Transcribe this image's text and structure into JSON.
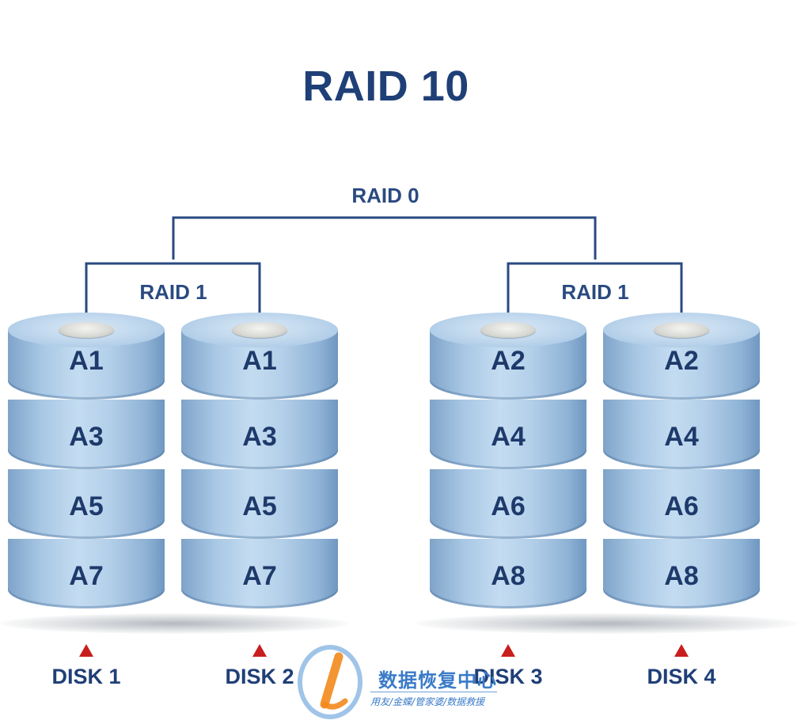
{
  "title": "RAID 10",
  "raid0_label": "RAID 0",
  "raid1_groups": [
    {
      "label": "RAID 1"
    },
    {
      "label": "RAID 1"
    }
  ],
  "disks": [
    {
      "label": "DISK 1",
      "blocks": [
        "A1",
        "A3",
        "A5",
        "A7"
      ]
    },
    {
      "label": "DISK 2",
      "blocks": [
        "A1",
        "A3",
        "A5",
        "A7"
      ]
    },
    {
      "label": "DISK 3",
      "blocks": [
        "A2",
        "A4",
        "A6",
        "A8"
      ]
    },
    {
      "label": "DISK 4",
      "blocks": [
        "A2",
        "A4",
        "A6",
        "A8"
      ]
    }
  ],
  "watermark": {
    "title": "数据恢复中心",
    "subtitle": "用友/金蝶/管家婆/数据救援"
  },
  "colors": {
    "title": "#1f3f77",
    "connector": "#2a4a80",
    "disk_body": "#a9c8e5",
    "arrow": "#c81e1e",
    "watermark": "#3a7bc8"
  }
}
